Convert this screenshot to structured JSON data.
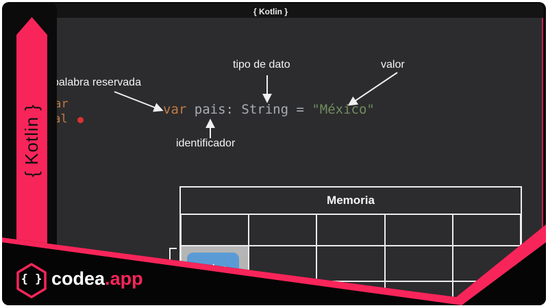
{
  "top_bar": {
    "title": "{ Kotlin }"
  },
  "ribbon": {
    "label": "{ Kotlin }"
  },
  "editor_fragments": {
    "line1": "var",
    "line2": "val"
  },
  "annotations": {
    "keyword_label": "palabra reservada",
    "type_label": "tipo de dato",
    "value_label": "valor",
    "identifier_label": "identificador"
  },
  "code": {
    "keyword": "var",
    "middle": " pais: String = ",
    "string_value": "\"México\""
  },
  "memoria_table": {
    "title": "Memoria",
    "columns": 5,
    "empty_rows": 3,
    "cell_chip_label": "valor"
  },
  "logo": {
    "braces": "{ }",
    "name": "codea",
    "dot": ".",
    "suffix": "app"
  },
  "colors": {
    "accent_pink": "#f8255a",
    "panel_border": "#c32150",
    "background": "#2c2c2e",
    "code_keyword": "#c07a45",
    "code_plain": "#a8adb3",
    "code_string": "#708c5e",
    "chip_blue": "#5b9bd5",
    "cell_gray": "#b5b5b5"
  }
}
